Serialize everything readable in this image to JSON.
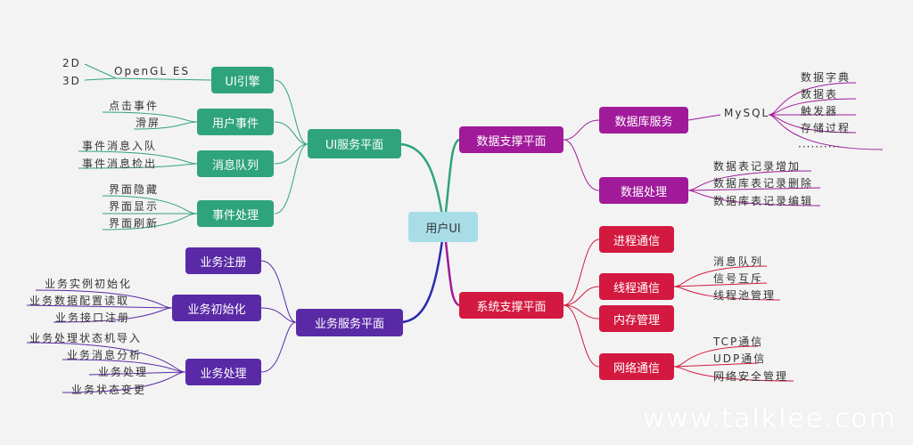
{
  "root": "用户UI",
  "ui_service": {
    "label": "UI服务平面",
    "children": [
      {
        "label": "UI引擎",
        "leaves": [
          "OpenGL ES"
        ],
        "sub": [
          "2D",
          "3D"
        ]
      },
      {
        "label": "用户事件",
        "leaves": [
          "点击事件",
          "滑屏"
        ]
      },
      {
        "label": "消息队列",
        "leaves": [
          "事件消息入队",
          "事件消息检出"
        ]
      },
      {
        "label": "事件处理",
        "leaves": [
          "界面隐藏",
          "界面显示",
          "界面刷新"
        ]
      }
    ]
  },
  "biz_service": {
    "label": "业务服务平面",
    "children": [
      {
        "label": "业务注册",
        "leaves": []
      },
      {
        "label": "业务初始化",
        "leaves": [
          "业务实例初始化",
          "业务数据配置读取",
          "业务接口注册"
        ]
      },
      {
        "label": "业务处理",
        "leaves": [
          "业务处理状态机导入",
          "业务消息分析",
          "业务处理",
          "业务状态变更"
        ]
      }
    ]
  },
  "data_support": {
    "label": "数据支撑平面",
    "children": [
      {
        "label": "数据库服务",
        "leaves": [
          "MySQL"
        ],
        "sub": [
          "数据字典",
          "数据表",
          "触发器",
          "存储过程",
          "··········"
        ]
      },
      {
        "label": "数据处理",
        "leaves": [
          "数据表记录增加",
          "数据库表记录删除",
          "数据库表记录编辑"
        ]
      }
    ]
  },
  "sys_support": {
    "label": "系统支撑平面",
    "children": [
      {
        "label": "进程通信",
        "leaves": []
      },
      {
        "label": "线程通信",
        "leaves": [
          "消息队列",
          "信号互斥",
          "线程池管理"
        ]
      },
      {
        "label": "内存管理",
        "leaves": []
      },
      {
        "label": "网络通信",
        "leaves": [
          "TCP通信",
          "UDP通信",
          "网络安全管理"
        ]
      }
    ]
  },
  "watermark": "www.talklee.com",
  "colors": {
    "green": "#2fa37c",
    "purple": "#5a2aa6",
    "magenta": "#a01a9a",
    "red": "#d3193f",
    "root": "#a8dde8"
  }
}
